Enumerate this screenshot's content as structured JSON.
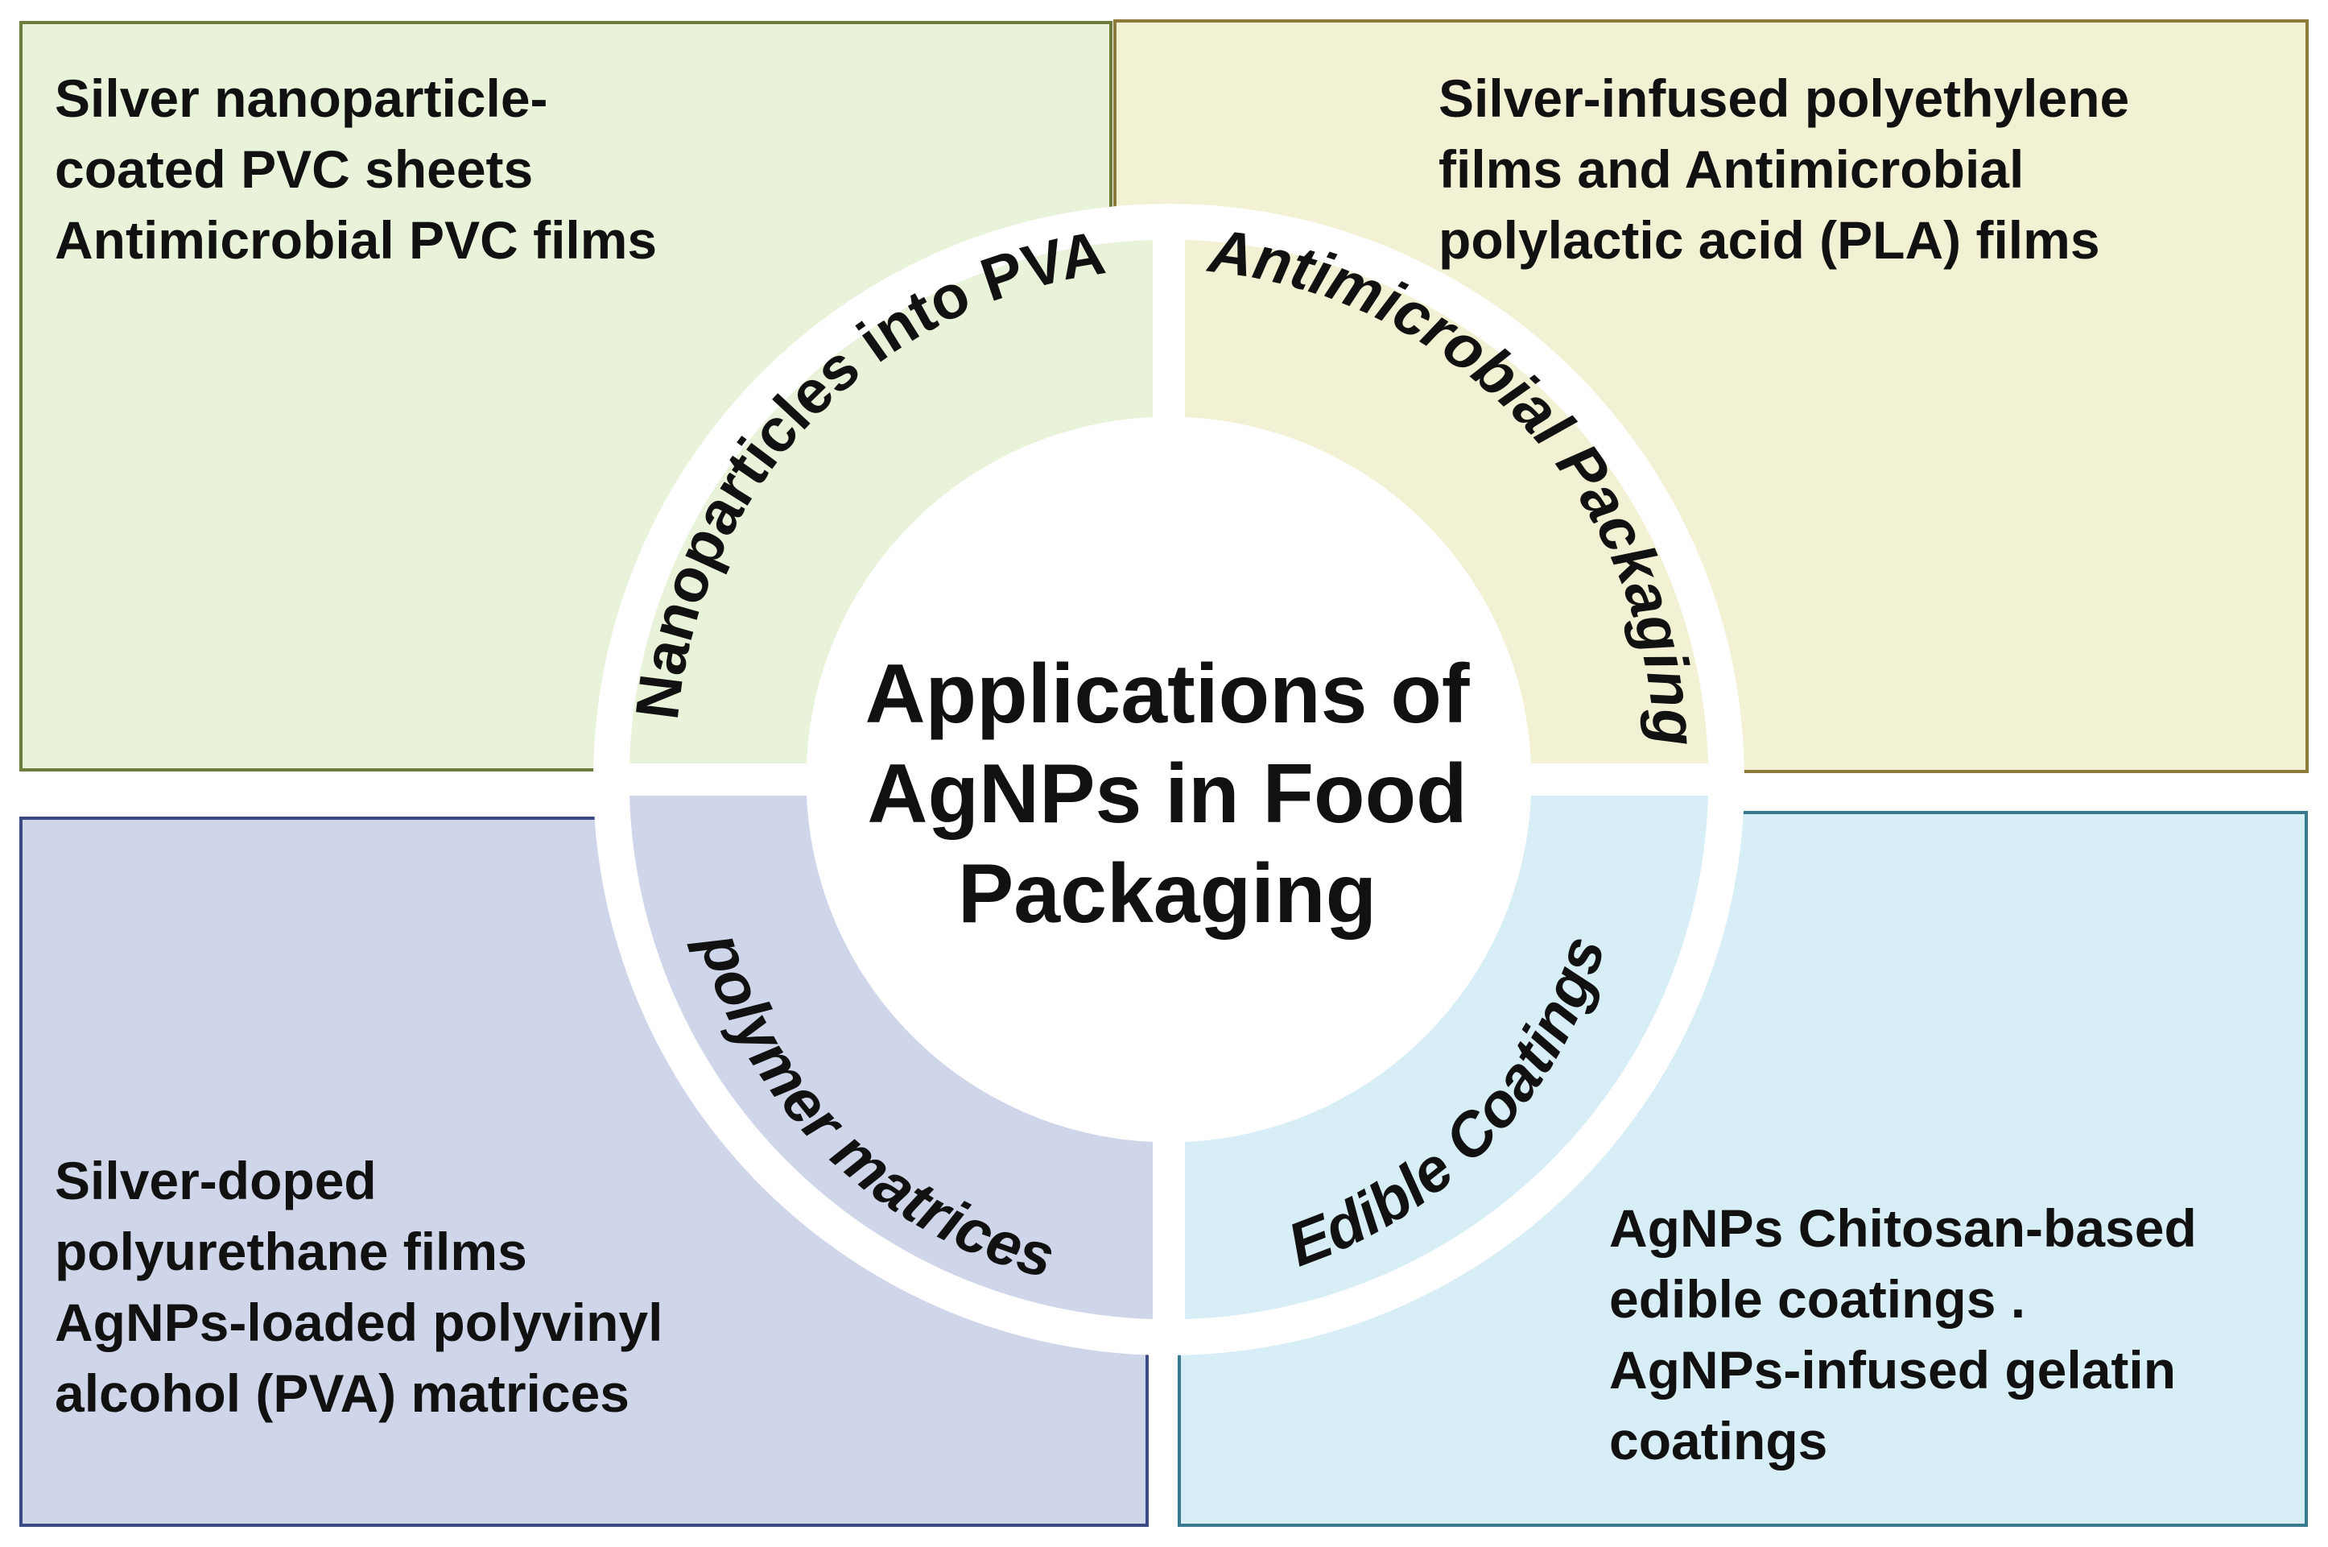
{
  "center": {
    "title": "Applications of\nAgNPs in Food\nPackaging"
  },
  "panels": {
    "top_left": {
      "text": "Silver nanoparticle-\ncoated PVC sheets\nAntimicrobial PVC films"
    },
    "top_right": {
      "text": "Silver-infused polyethylene\nfilms and Antimicrobial\npolylactic acid (PLA) films"
    },
    "bottom_left": {
      "text": "Silver-doped\npolyurethane films\nAgNPs-loaded polyvinyl\nalcohol (PVA) matrices"
    },
    "bottom_right": {
      "text": "AgNPs Chitosan-based\nedible coatings   .\nAgNPs-infused gelatin\ncoatings"
    }
  },
  "ring": {
    "top_left": "Nanoparticles into PVA",
    "top_right": "Antimicrobial Packaging",
    "bottom_left": "polymer matrices",
    "bottom_right": "Edible Coatings"
  },
  "colors": {
    "green_panel": "#e8f3d9",
    "yellow_panel": "#f3f1d4",
    "purple_panel": "#cfd6ea",
    "blue_panel": "#d8eef6"
  }
}
